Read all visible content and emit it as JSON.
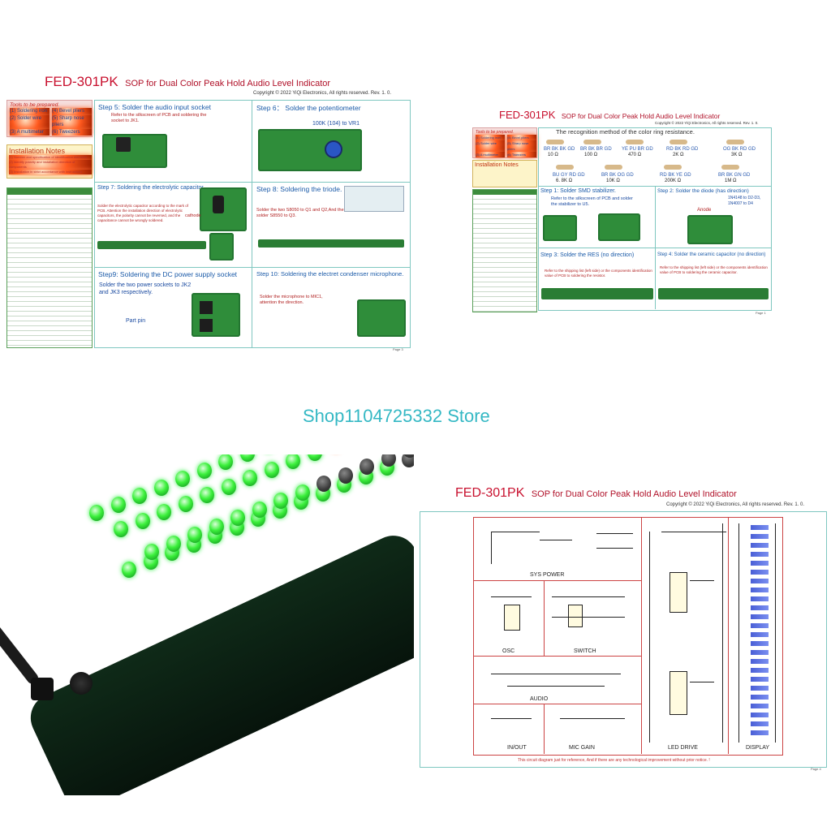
{
  "watermark": "Shop1104725332 Store",
  "top_left_sheet": {
    "code": "FED-301PK",
    "subtitle": "SOP for Dual Color Peak Hold Audio Level Indicator",
    "copyright": "Copyright © 2022 YiQi Electronics, All rights reserved. Rev. 1. 0.",
    "page": "Page 3",
    "tools_heading": "Tools to be prepared.",
    "tools": [
      "(1) Soldering iron",
      "(4) Bevel pliers",
      "(2) Solder wire",
      "(5) Sharp nose pliers",
      "(3) A multimeter",
      "(6) Tweezers"
    ],
    "install_heading": "Installation Notes",
    "install_notes": [
      "(1) Number and specification of identification elements",
      "(2) Identify polarity and installation direction of components",
      "(3) Installation in strict accordance with instructions"
    ],
    "steps": [
      {
        "title": "Step 5: Solder the audio input socket",
        "note": "Refer to the silkscreen of PCB and soldering the socket to JK1."
      },
      {
        "title": "Step 6： Solder the potentiometer",
        "note": "100K (104) to VR1"
      },
      {
        "title": "Step 7: Soldering the electrolytic capacitor.",
        "note": "Solder the electrolytic capacitor according to the mark of PCB. Attention the installation direction of electrolytic capacitors, the polarity cannot be reversed, and the capacitance cannot be wrongly soldered.",
        "callout": "cathode"
      },
      {
        "title": "Step 8: Soldering the triode.",
        "note": "Solder the two S8050 to Q1 and Q2,And the solder S8550 to Q3."
      },
      {
        "title": "Step9: Soldering the DC power supply socket",
        "note": "Solder the two power sockets to JK2 and JK3 respectively.",
        "callout": "Part pin"
      },
      {
        "title": "Step 10: Soldering the electret condenser microphone.",
        "note": "Solder the microphone to MIC1, attention the direction."
      }
    ]
  },
  "top_right_sheet": {
    "code": "FED-301PK",
    "subtitle": "SOP for Dual Color Peak Hold Audio Level Indicator",
    "copyright": "Copyright © 2022 YiQi Electronics, All rights reserved. Rev. 1. 0.",
    "page": "Page 1",
    "tools_heading": "Tools to be prepared.",
    "tools": [
      "(1) Soldering iron",
      "(4) Bevel pliers",
      "(2) Solder wire",
      "(5) Sharp nose pliers",
      "(3) A multimeter",
      "(6) Tweezers"
    ],
    "install_heading": "Installation Notes",
    "recognition_title": "The recognition method of the color ring resistance.",
    "rings": [
      {
        "code": "BR BK BK GD",
        "value": "10 Ω"
      },
      {
        "code": "BR BK BR GD",
        "value": "100 Ω"
      },
      {
        "code": "YE PU BR GD",
        "value": "470 Ω"
      },
      {
        "code": "RD BK RD GD",
        "value": "2K Ω"
      },
      {
        "code": "OG BK RD GD",
        "value": "3K Ω"
      },
      {
        "code": "BU GY RD GD",
        "value": "6. 8K Ω"
      },
      {
        "code": "BR BK OG GD",
        "value": "10K Ω"
      },
      {
        "code": "RD BK YE GD",
        "value": "200K Ω"
      },
      {
        "code": "BR BK GN GD",
        "value": "1M Ω"
      }
    ],
    "steps": [
      {
        "title": "Step 1: Solder SMD stabilizer.",
        "note": "Refer to the silkscreen of PCB and solder the stabilizer to U5."
      },
      {
        "title": "Step 2: Solder the diode (has direction)",
        "note": "1N4148 to D2-D3, 1N4007 to D4",
        "callout": "Anode"
      },
      {
        "title": "Step 3: Solder the RES (no direction)",
        "note": "Refer to the shipping list (left side) or the components identification value of PCB to soldering the resistor."
      },
      {
        "title": "Step 4: Solder the ceramic capacitor (no direction)",
        "note": "Refer to the shipping list (left side) or the components identification value of PCB to soldering the ceramic capacitor."
      }
    ]
  },
  "bottom_right_sheet": {
    "code": "FED-301PK",
    "subtitle": "SOP for Dual Color Peak Hold Audio Level Indicator",
    "copyright": "Copyright © 2022 YiQi Electronics, All rights reserved. Rev. 1. 0.",
    "page": "Page 4",
    "blocks": [
      "SYS POWER",
      "OSC",
      "SWITCH",
      "AUDIO",
      "IN/OUT",
      "MIC GAIN",
      "LED DRIVE",
      "DISPLAY"
    ],
    "footer": "This circuit diagram just for reference, And if there are any technological improvement without prior notice. !"
  },
  "colors": {
    "accent_red": "#c8102e",
    "step_blue": "#1a5aa8",
    "watermark": "#34b8c4",
    "pcb_green": "#2f8d3a",
    "led_green": "#3cf03c",
    "led_red": "#ff5a1f"
  }
}
